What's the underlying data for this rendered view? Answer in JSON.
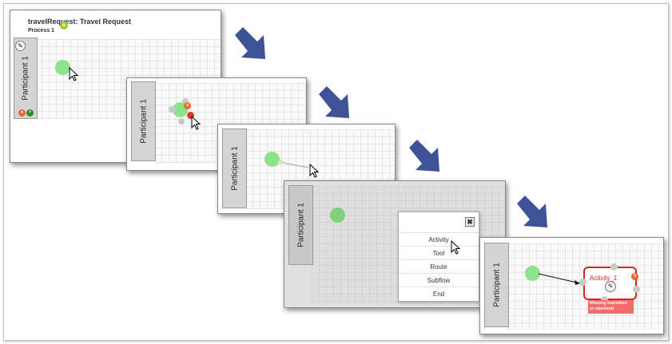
{
  "process": {
    "title": "travelRequest: Travel Request",
    "tab": "Process 1"
  },
  "lane_label": "Participant 1",
  "menu": {
    "close": "✖",
    "items": [
      "Activity",
      "Tool",
      "Route",
      "Subflow",
      "End"
    ]
  },
  "activity": {
    "label": "Activity_1",
    "error": "Missing transition or start/end"
  },
  "badges": {
    "delete": "x",
    "add": "+"
  },
  "colors": {
    "start_node": "#8ee28a",
    "arrow": "#3e5397",
    "error": "#f46b6b",
    "activity_border": "#d9261c"
  }
}
